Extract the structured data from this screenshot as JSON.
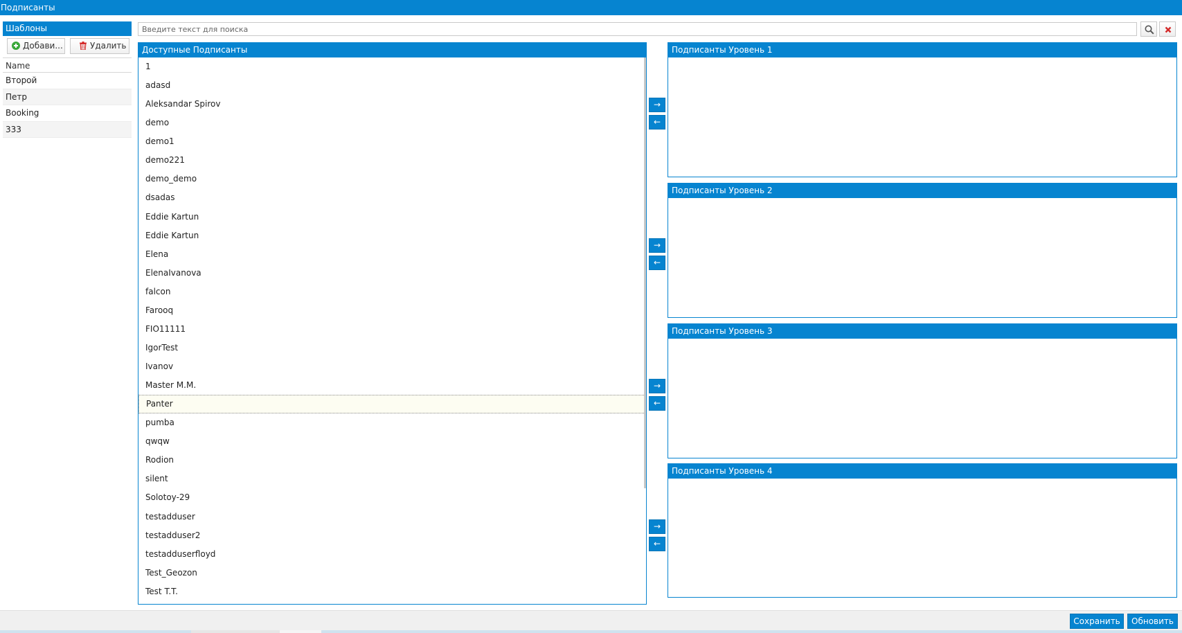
{
  "window": {
    "title": "Подписанты"
  },
  "templates": {
    "header": "Шаблоны",
    "add_label": "Добави...",
    "delete_label": "Удалить",
    "column_name": "Name",
    "rows": [
      "Второй",
      "Петр",
      "Booking",
      "333"
    ]
  },
  "search": {
    "placeholder": "Введите текст для поиска"
  },
  "available": {
    "header": "Доступные Подписанты",
    "selected_index": 18,
    "items": [
      "1",
      "adasd",
      "Aleksandar Spirov",
      "demo",
      "demo1",
      "demo221",
      "demo_demo",
      "dsadas",
      "Eddie Kartun",
      "Eddie Kartun",
      "Elena",
      "ElenaIvanova",
      "falcon",
      "Farooq",
      "FIO11111",
      "IgorTest",
      "Ivanov",
      "Master M.M.",
      "Panter",
      "pumba",
      "qwqw",
      "Rodion",
      "silent",
      "Solotoy-29",
      "testadduser",
      "testadduser2",
      "testadduserfloyd",
      "Test_Geozon",
      "Test T.T."
    ]
  },
  "levels": [
    {
      "title": "Подписанты Уровень 1"
    },
    {
      "title": "Подписанты Уровень 2"
    },
    {
      "title": "Подписанты Уровень 3"
    },
    {
      "title": "Подписанты Уровень 4"
    }
  ],
  "move": {
    "right_glyph": "→",
    "left_glyph": "←"
  },
  "footer": {
    "save_label": "Сохранить",
    "refresh_label": "Обновить"
  },
  "colors": {
    "accent": "#0684d0",
    "selected_row": "#fdfdf2",
    "delete_icon": "#d42a2a",
    "add_icon": "#3aa83a"
  },
  "icons": {
    "add": "plus-circle-icon",
    "delete": "trash-icon",
    "search": "search-icon",
    "clear": "close-icon"
  }
}
